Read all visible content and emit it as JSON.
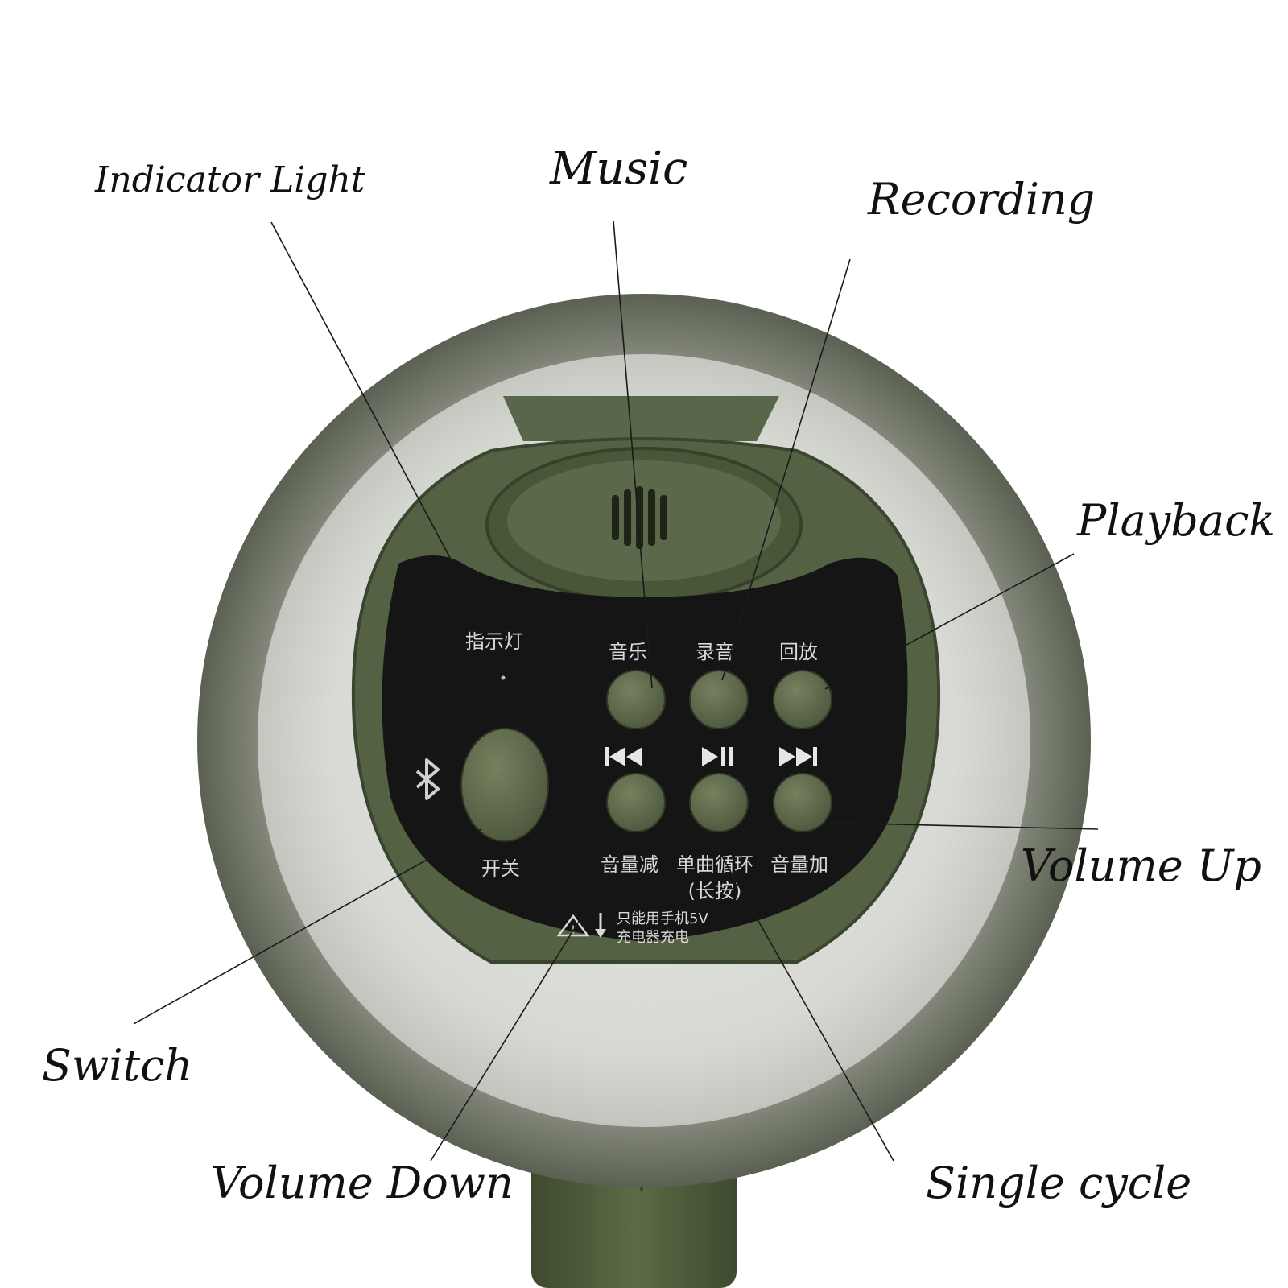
{
  "callouts": {
    "indicator_light": "Indicator Light",
    "music": "Music",
    "recording": "Recording",
    "playback": "Playback",
    "volume_up": "Volume Up",
    "single_cycle": "Single cycle",
    "volume_down": "Volume Down",
    "switch": "Switch"
  },
  "panel": {
    "indicator": "指示灯",
    "music": "音乐",
    "record": "录音",
    "playback": "回放",
    "power": "开关",
    "vol_down": "音量减",
    "single_loop": "单曲循环",
    "long_press": "(长按)",
    "vol_up": "音量加",
    "warning_line1": "只能用手机5V",
    "warning_line2": "充电器充电"
  },
  "colors": {
    "body_green": "#4f5d3c",
    "rim_gray": "#6b7060",
    "panel_black": "#141414",
    "button_green": "#5c6649"
  },
  "icons": [
    "bluetooth-icon",
    "previous-icon",
    "play-pause-icon",
    "next-icon",
    "warning-icon",
    "down-arrow-icon",
    "speaker-grille-icon"
  ]
}
